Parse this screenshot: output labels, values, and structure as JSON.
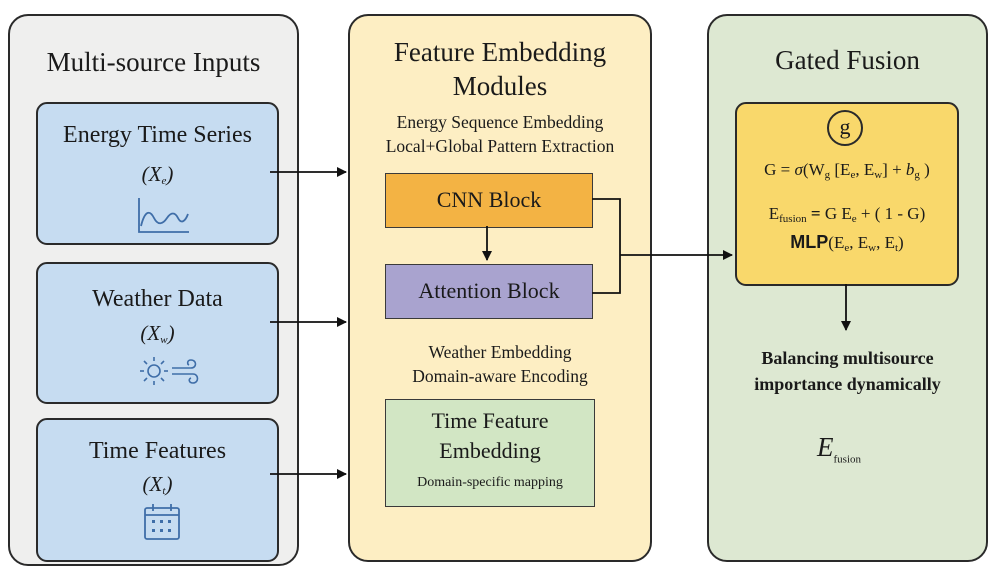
{
  "panels": {
    "inputs": {
      "title": "Multi-source Inputs",
      "items": [
        {
          "title": "Energy Time Series",
          "var": "X",
          "sub": "e",
          "icon": "line-chart-icon"
        },
        {
          "title": "Weather Data",
          "var": "X",
          "sub": "w",
          "icon": "sun-wind-icon"
        },
        {
          "title": "Time Features",
          "var": "X",
          "sub": "t",
          "icon": "calendar-icon"
        }
      ]
    },
    "embedding": {
      "title_line1": "Feature Embedding",
      "title_line2": "Modules",
      "energy_caption_1": "Energy Sequence Embedding",
      "energy_caption_2": "Local+Global Pattern Extraction",
      "cnn_block": "CNN Block",
      "attention_block": "Attention Block",
      "weather_caption_1": "Weather Embedding",
      "weather_caption_2": "Domain-aware Encoding",
      "time_block_1": "Time Feature",
      "time_block_2": "Embedding",
      "time_block_3": "Domain-specific mapping"
    },
    "fusion": {
      "title": "Gated Fusion",
      "gate_symbol": "g",
      "formula_gate": "G = σ(W_g [E_e, E_w] + b_g )",
      "formula_fusion": "E_fusion = G E_e + ( 1 - G)",
      "formula_mlp": "MLP(E_e, E_w, E_t)",
      "caption_1": "Balancing multisource",
      "caption_2": "importance dynamically",
      "output_var": "E",
      "output_sub": "fusion"
    }
  },
  "colors": {
    "inputs_bg": "#efefee",
    "input_box": "#c6dcf1",
    "embedding_bg": "#fdeec3",
    "cnn_block": "#f3b344",
    "attention_block": "#a9a3cf",
    "time_block": "#d2e6c4",
    "fusion_bg": "#dde8d2",
    "fusion_box": "#f9d86b",
    "icon_blue": "#3f6ea8"
  }
}
